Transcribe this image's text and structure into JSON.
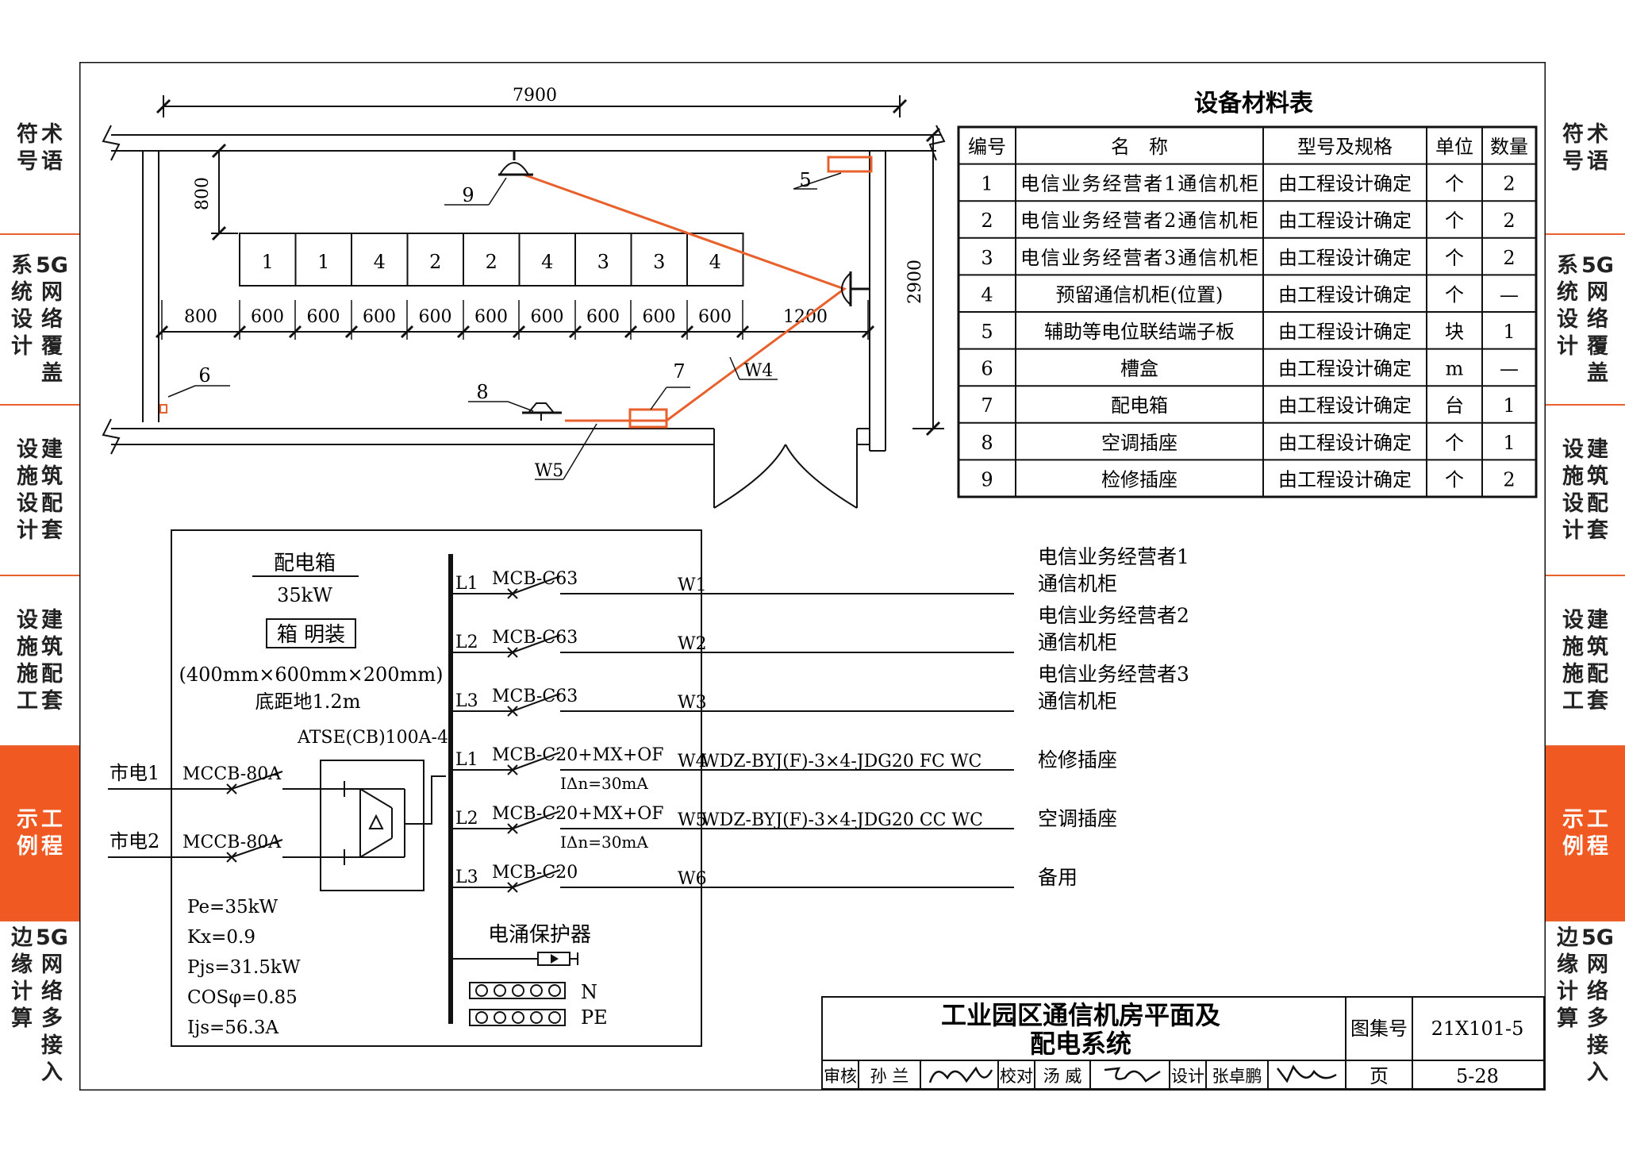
{
  "colors": {
    "accent": "#f05a22",
    "wire": "#e8602c",
    "line": "#111111"
  },
  "side_tabs": {
    "left": [
      {
        "cols": [
          "术语",
          "符号"
        ],
        "active": false
      },
      {
        "cols": [
          "5G网络覆盖",
          "系统设计"
        ],
        "active": false
      },
      {
        "cols": [
          "建筑配套",
          "设施设计"
        ],
        "active": false
      },
      {
        "cols": [
          "建筑配套",
          "设施施工"
        ],
        "active": false
      },
      {
        "cols": [
          "工程",
          "示例"
        ],
        "active": true
      },
      {
        "cols": [
          "5G网络多接入",
          "边缘计算"
        ],
        "active": false
      }
    ],
    "right": [
      {
        "cols": [
          "术语",
          "符号"
        ],
        "active": false
      },
      {
        "cols": [
          "5G网络覆盖",
          "系统设计"
        ],
        "active": false
      },
      {
        "cols": [
          "建筑配套",
          "设施设计"
        ],
        "active": false
      },
      {
        "cols": [
          "建筑配套",
          "设施施工"
        ],
        "active": false
      },
      {
        "cols": [
          "工程",
          "示例"
        ],
        "active": true
      },
      {
        "cols": [
          "5G网络多接入",
          "边缘计算"
        ],
        "active": false
      }
    ]
  },
  "floor_plan": {
    "dim_width": "7900",
    "dim_height": "2900",
    "dim_top_gap": "800",
    "row_dims": [
      "800",
      "600",
      "600",
      "600",
      "600",
      "600",
      "600",
      "600",
      "600",
      "600",
      "1200"
    ],
    "cabinets": [
      "1",
      "1",
      "4",
      "2",
      "2",
      "4",
      "3",
      "3",
      "4"
    ],
    "callouts": [
      "9",
      "5",
      "6",
      "8",
      "7"
    ],
    "wire_labels": [
      "W4",
      "W5"
    ]
  },
  "materials_table": {
    "title": "设备材料表",
    "headers": [
      "编号",
      "名　称",
      "型号及规格",
      "单位",
      "数量"
    ],
    "rows": [
      [
        "1",
        "电信业务经营者1通信机柜",
        "由工程设计确定",
        "个",
        "2"
      ],
      [
        "2",
        "电信业务经营者2通信机柜",
        "由工程设计确定",
        "个",
        "2"
      ],
      [
        "3",
        "电信业务经营者3通信机柜",
        "由工程设计确定",
        "个",
        "2"
      ],
      [
        "4",
        "预留通信机柜(位置)",
        "由工程设计确定",
        "个",
        "—"
      ],
      [
        "5",
        "辅助等电位联结端子板",
        "由工程设计确定",
        "块",
        "1"
      ],
      [
        "6",
        "槽盒",
        "由工程设计确定",
        "m",
        "—"
      ],
      [
        "7",
        "配电箱",
        "由工程设计确定",
        "台",
        "1"
      ],
      [
        "8",
        "空调插座",
        "由工程设计确定",
        "个",
        "1"
      ],
      [
        "9",
        "检修插座",
        "由工程设计确定",
        "个",
        "2"
      ]
    ]
  },
  "distribution": {
    "box_title": "配电箱",
    "power": "35kW",
    "mount": "箱 明装",
    "size": "(400mm×600mm×200mm)",
    "height": "底距地1.2m",
    "atse": "ATSE(CB)100A-4",
    "inputs": [
      {
        "name": "市电1",
        "breaker": "MCCB-80A"
      },
      {
        "name": "市电2",
        "breaker": "MCCB-80A"
      }
    ],
    "params": [
      "Pe=35kW",
      "Kx=0.9",
      "Pjs=31.5kW",
      "COSφ=0.85",
      "Ijs=56.3A"
    ],
    "circuits": [
      {
        "phase": "L1",
        "breaker": "MCB-C63",
        "leakage": "",
        "wire": "W1",
        "cable": "",
        "load": [
          "电信业务经营者1",
          "通信机柜"
        ]
      },
      {
        "phase": "L2",
        "breaker": "MCB-C63",
        "leakage": "",
        "wire": "W2",
        "cable": "",
        "load": [
          "电信业务经营者2",
          "通信机柜"
        ]
      },
      {
        "phase": "L3",
        "breaker": "MCB-C63",
        "leakage": "",
        "wire": "W3",
        "cable": "",
        "load": [
          "电信业务经营者3",
          "通信机柜"
        ]
      },
      {
        "phase": "L1",
        "breaker": "MCB-C20+MX+OF",
        "leakage": "IΔn=30mA",
        "wire": "W4",
        "cable": "WDZ-BYJ(F)-3×4-JDG20 FC WC",
        "load": [
          "检修插座"
        ]
      },
      {
        "phase": "L2",
        "breaker": "MCB-C20+MX+OF",
        "leakage": "IΔn=30mA",
        "wire": "W5",
        "cable": "WDZ-BYJ(F)-3×4-JDG20 CC WC",
        "load": [
          "空调插座"
        ]
      },
      {
        "phase": "L3",
        "breaker": "MCB-C20",
        "leakage": "",
        "wire": "W6",
        "cable": "",
        "load": [
          "备用"
        ]
      }
    ],
    "surge": "电涌保护器",
    "n_label": "N",
    "pe_label": "PE"
  },
  "title_block": {
    "title_line1": "工业园区通信机房平面及",
    "title_line2": "配电系统",
    "atlas_label": "图集号",
    "atlas_no": "21X101-5",
    "page_label": "页",
    "page_no": "5-28",
    "review_label": "审核",
    "reviewer": "孙 兰",
    "check_label": "校对",
    "checker": "汤 威",
    "design_label": "设计",
    "designer": "张卓鹏"
  }
}
